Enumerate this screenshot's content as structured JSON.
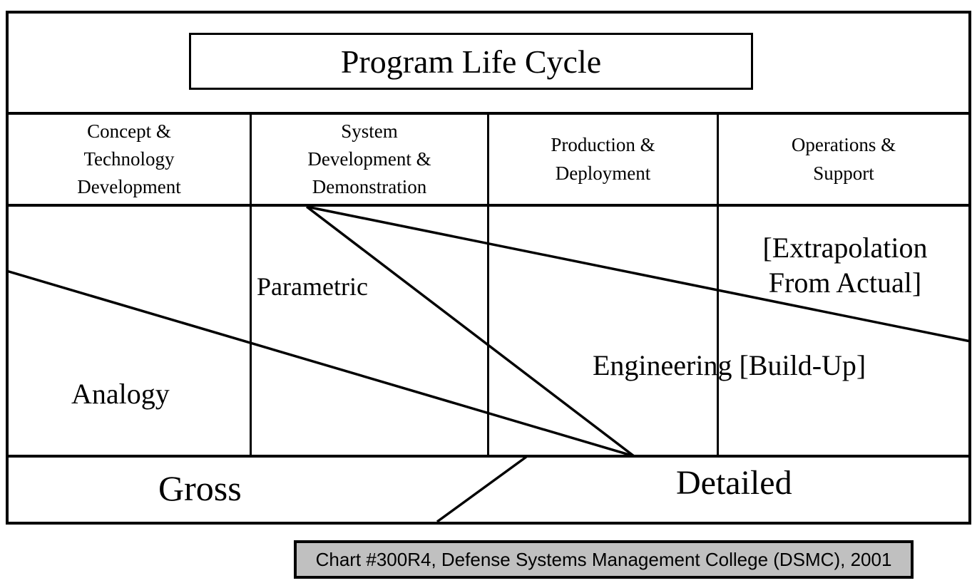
{
  "diagram": {
    "title": "Program Life Cycle",
    "phases": [
      {
        "label": "Concept &\nTechnology\nDevelopment"
      },
      {
        "label": "System\nDevelopment &\nDemonstration"
      },
      {
        "label": "Production &\nDeployment"
      },
      {
        "label": "Operations &\nSupport"
      }
    ],
    "regions": {
      "parametric": "Parametric",
      "analogy": "Analogy",
      "extrapolation": "[Extrapolation\nFrom Actual]",
      "engineering": "Engineering [Build-Up]"
    },
    "bottom": {
      "gross": "Gross",
      "detailed": "Detailed"
    },
    "caption": "Chart #300R4, Defense Systems Management College (DSMC), 2001",
    "colors": {
      "line": "#000000",
      "caption_bg": "#c0c0c0",
      "background": "#ffffff"
    }
  }
}
